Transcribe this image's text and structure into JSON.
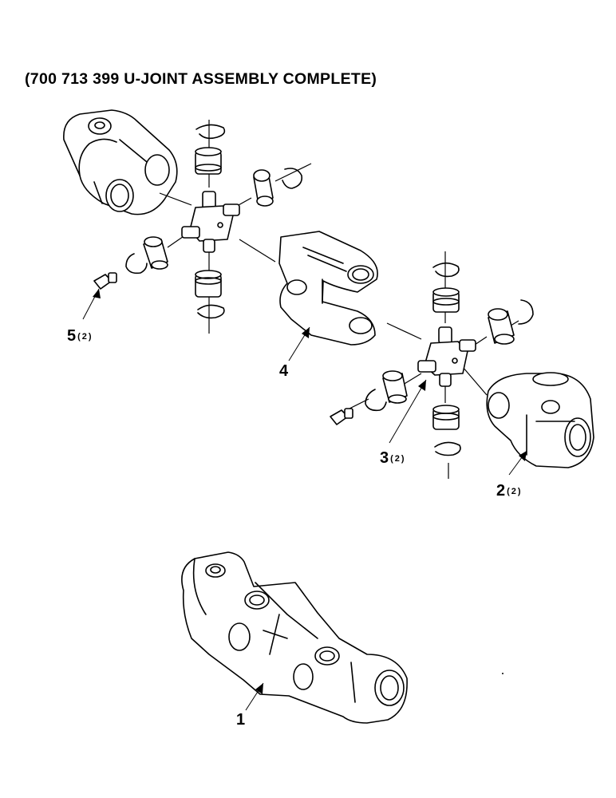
{
  "title": "(700 713 399 U-JOINT ASSEMBLY COMPLETE)",
  "callouts": [
    {
      "number": "1",
      "qty": ""
    },
    {
      "number": "2",
      "qty": "(2)"
    },
    {
      "number": "3",
      "qty": "(2)"
    },
    {
      "number": "4",
      "qty": ""
    },
    {
      "number": "5",
      "qty": "(2)"
    }
  ]
}
